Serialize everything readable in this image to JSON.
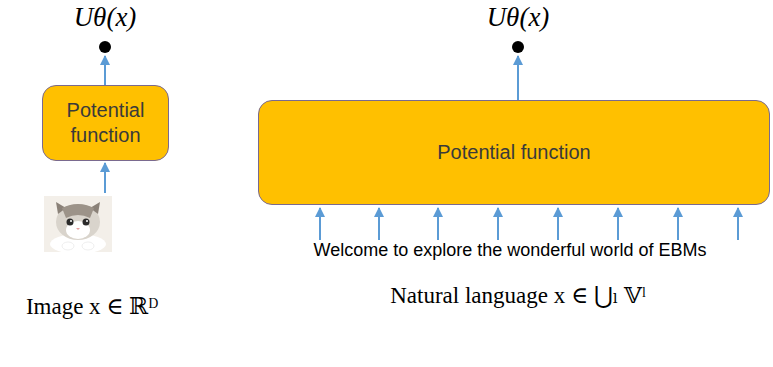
{
  "diagram": {
    "nodes": [
      {
        "text": [
          "Potential function"
        ]
      },
      {
        "text": [
          "Potential function"
        ]
      }
    ],
    "labels": [
      "Uθ(x)",
      "Uθ(x)",
      "Image x ∈ ℝᴰ",
      "Welcome to explore the wonderful world of EBMs",
      "Natural language x ∈ ⋃ₗ 𝕍ˡ"
    ]
  }
}
